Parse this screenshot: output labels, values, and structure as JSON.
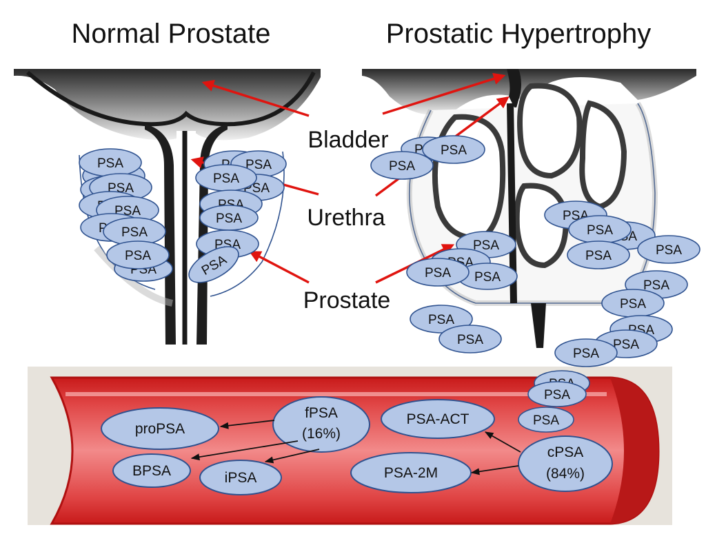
{
  "titles": {
    "left": "Normal Prostate",
    "right": "Prostatic Hypertrophy"
  },
  "labels": {
    "bladder": "Bladder",
    "urethra": "Urethra",
    "prostate": "Prostate"
  },
  "psa_label": "PSA",
  "forms": {
    "fpsa_name": "fPSA",
    "fpsa_pct": "(16%)",
    "propsa": "proPSA",
    "bpsa": "BPSA",
    "ipsa": "iPSA",
    "psa_act": "PSA-ACT",
    "psa_2m": "PSA-2M",
    "cpsa_name": "cPSA",
    "cpsa_pct": "(84%)"
  },
  "colors": {
    "psa_fill": "#b4c7e7",
    "psa_stroke": "#2f528f",
    "arrow_red": "#e0140f",
    "vessel_red": "#d41f1f",
    "vessel_inner": "#ee7070"
  }
}
